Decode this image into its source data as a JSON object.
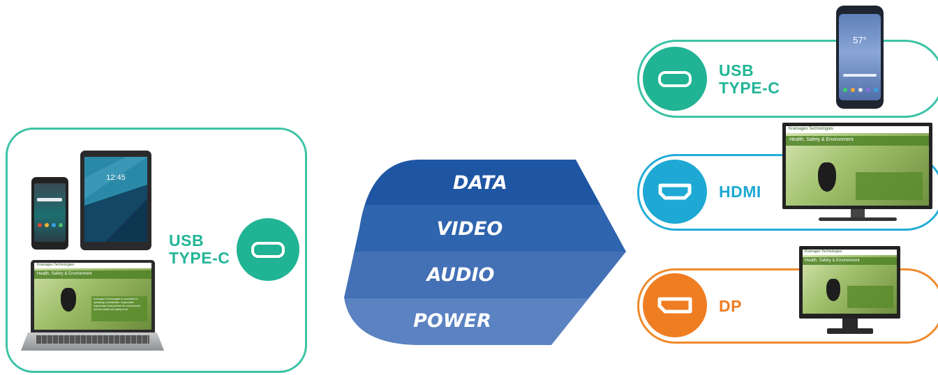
{
  "source": {
    "label_line1": "USB",
    "label_line2": "TYPE-C",
    "laptop_screen": {
      "company": "Kramagex Technologies",
      "heading": "Health, Safety & Environment",
      "body": "Kramagex Technologies is committed to operating a sustainable, responsible organisation that protects the environment and the health and safety of all."
    }
  },
  "funnel": {
    "bands": [
      {
        "label": "DATA",
        "color": "#1f56a3"
      },
      {
        "label": "VIDEO",
        "color": "#2f64ae"
      },
      {
        "label": "AUDIO",
        "color": "#4470b6"
      },
      {
        "label": "POWER",
        "color": "#5b82c1"
      }
    ]
  },
  "outputs": [
    {
      "label_line1": "USB",
      "label_line2": "TYPE-C",
      "color": "#22b597",
      "icon": "usb-c-port-icon",
      "phone_screen": {
        "temperature": "57°"
      }
    },
    {
      "label_line1": "HDMI",
      "label_line2": "",
      "color": "#1ea8d4",
      "icon": "hdmi-port-icon",
      "monitor_screen": {
        "company": "Kramagex Technologies",
        "heading": "Health, Safety & Environment"
      }
    },
    {
      "label_line1": "DP",
      "label_line2": "",
      "color": "#ef7d22",
      "icon": "displayport-icon",
      "monitor_screen": {
        "company": "Kramagex Technologies",
        "heading": "Health, Safety & Environment"
      }
    }
  ],
  "device_tablet": {
    "clock": "12:45"
  }
}
